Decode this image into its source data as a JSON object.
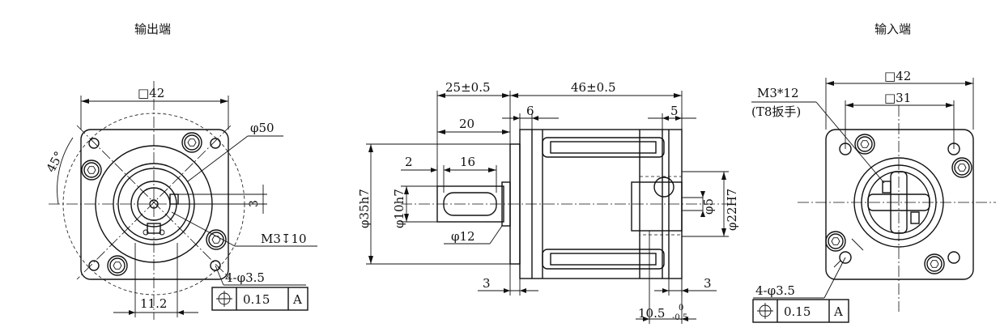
{
  "titles": {
    "output_end": "输出端",
    "input_end": "输入端"
  },
  "left_view": {
    "width_square": "□42",
    "circle_diameter": "φ50",
    "angle": "45°",
    "key_depth": "3",
    "thread_callout": "M3↧10",
    "hole_callout": "4-φ3.5",
    "key_offset": "11.2",
    "tolerance_symbol": "⌖",
    "tolerance_value": "0.15",
    "datum": "A"
  },
  "middle_view": {
    "shaft_length": "25±0.5",
    "body_length": "46±0.5",
    "spigot_to_shaft_end": "20",
    "dim_6": "6",
    "dim_5": "5",
    "dim_2": "2",
    "key_length": "16",
    "pilot_diameter": "φ35h7",
    "shaft_diameter": "φ10h7",
    "key_diameter": "φ12",
    "input_bore": "φ5",
    "input_pilot": "φ22H7",
    "dim_3_left": "3",
    "dim_3_right": "3",
    "depth_value": "10.5",
    "depth_tol_upper": "0",
    "depth_tol_lower": "-0.5"
  },
  "right_view": {
    "screw_callout": "M3*12",
    "wrench_callout": "(T8扳手)",
    "outer_square": "□42",
    "inner_square": "□31",
    "hole_callout": "4-φ3.5",
    "tolerance_symbol": "⌖",
    "tolerance_value": "0.15",
    "datum": "A"
  }
}
